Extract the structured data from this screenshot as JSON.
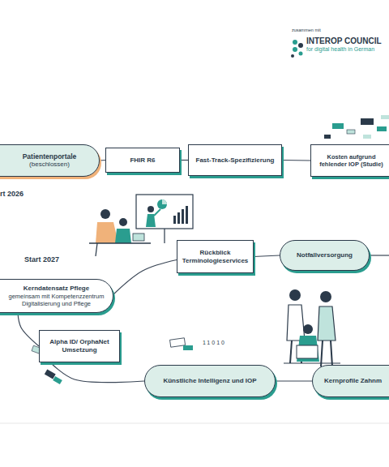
{
  "diagram": {
    "nodes": [
      {
        "text": [
          "Patientenportale",
          "(beschlossen)"
        ]
      },
      {
        "text": [
          "FHIR R6"
        ]
      },
      {
        "text": [
          "Fast-Track-Spezifizierung"
        ]
      },
      {
        "text": [
          "Kosten aufgrund fehlender IOP (Studie)"
        ]
      },
      {
        "text": [
          "Rückblick Terminologieservices"
        ]
      },
      {
        "text": [
          "Notfallversorgung"
        ]
      },
      {
        "text": [
          "Kerndatensatz Pflege",
          "gemeinsam mit Kompetenzzentrum Digitalisierung und Pflege"
        ]
      },
      {
        "text": [
          "Alpha ID/ OrphaNet Umsetzung"
        ]
      },
      {
        "text": [
          "Künstliche Intelligenz und IOP"
        ]
      },
      {
        "text": [
          "Kernprofile Zahnm"
        ]
      }
    ],
    "edges": [
      {
        "from": 0,
        "to": 1,
        "arrow": "none"
      },
      {
        "from": 1,
        "to": 2,
        "arrow": "none"
      },
      {
        "from": 2,
        "to": 3,
        "arrow": "none"
      },
      {
        "from": 4,
        "to": 5,
        "arrow": "none"
      },
      {
        "from": 4,
        "to": 6,
        "arrow": "none"
      },
      {
        "from": 6,
        "to": 7,
        "arrow": "none"
      },
      {
        "from": 7,
        "to": 8,
        "arrow": "none"
      },
      {
        "from": 8,
        "to": 9,
        "arrow": "none"
      }
    ],
    "labels": [
      "zusammen mit",
      "INTEROP COUNCIL",
      "for digital health in German",
      "rt 2026",
      "Start 2027",
      "11010"
    ]
  }
}
